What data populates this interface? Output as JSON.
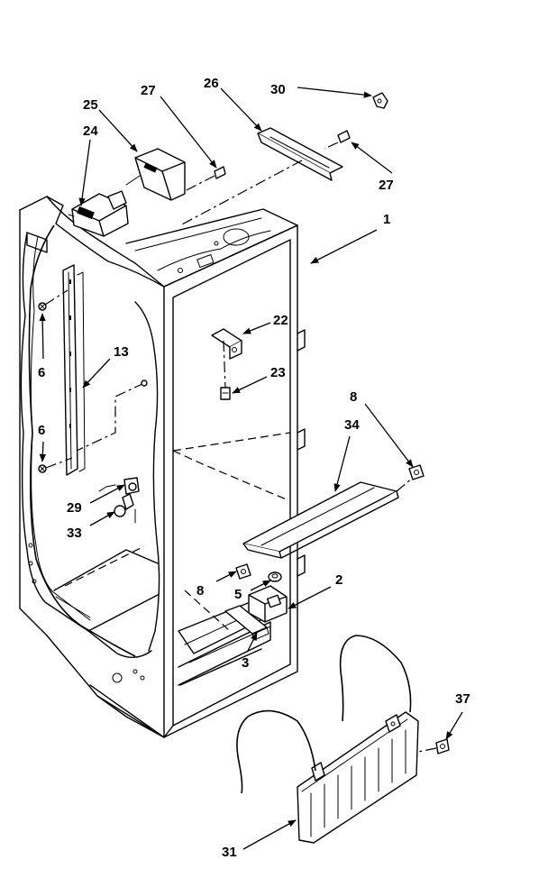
{
  "callouts": {
    "c1": "1",
    "c2": "2",
    "c3": "3",
    "c5": "5",
    "c6a": "6",
    "c6b": "6",
    "c8a": "8",
    "c8b": "8",
    "c13": "13",
    "c22": "22",
    "c23": "23",
    "c24": "24",
    "c25": "25",
    "c26": "26",
    "c27a": "27",
    "c27b": "27",
    "c29": "29",
    "c30": "30",
    "c31": "31",
    "c33": "33",
    "c34": "34",
    "c37": "37"
  }
}
